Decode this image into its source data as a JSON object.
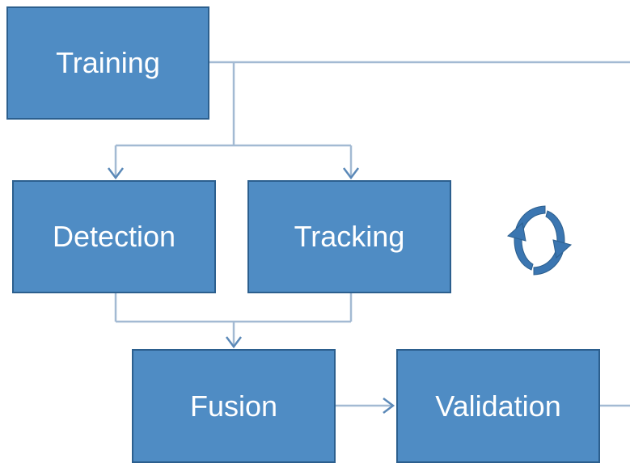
{
  "diagram": {
    "nodes": {
      "training": "Training",
      "detection": "Detection",
      "tracking": "Tracking",
      "fusion": "Fusion",
      "validation": "Validation"
    },
    "edges": [
      {
        "from": "Training",
        "to": "Detection"
      },
      {
        "from": "Training",
        "to": "Tracking"
      },
      {
        "from": "Detection",
        "to": "Fusion"
      },
      {
        "from": "Tracking",
        "to": "Fusion"
      },
      {
        "from": "Fusion",
        "to": "Validation"
      },
      {
        "from": "Validation",
        "to": "Training"
      }
    ],
    "cycle_icon": "circular-arrows-icon",
    "colors": {
      "node_fill": "#4f8cc4",
      "node_border": "#2c5f8e",
      "node_text": "#ffffff",
      "connector": "#a3bad3",
      "arrow": "#5b89b8",
      "cycle_icon": "#3b76b1"
    }
  }
}
